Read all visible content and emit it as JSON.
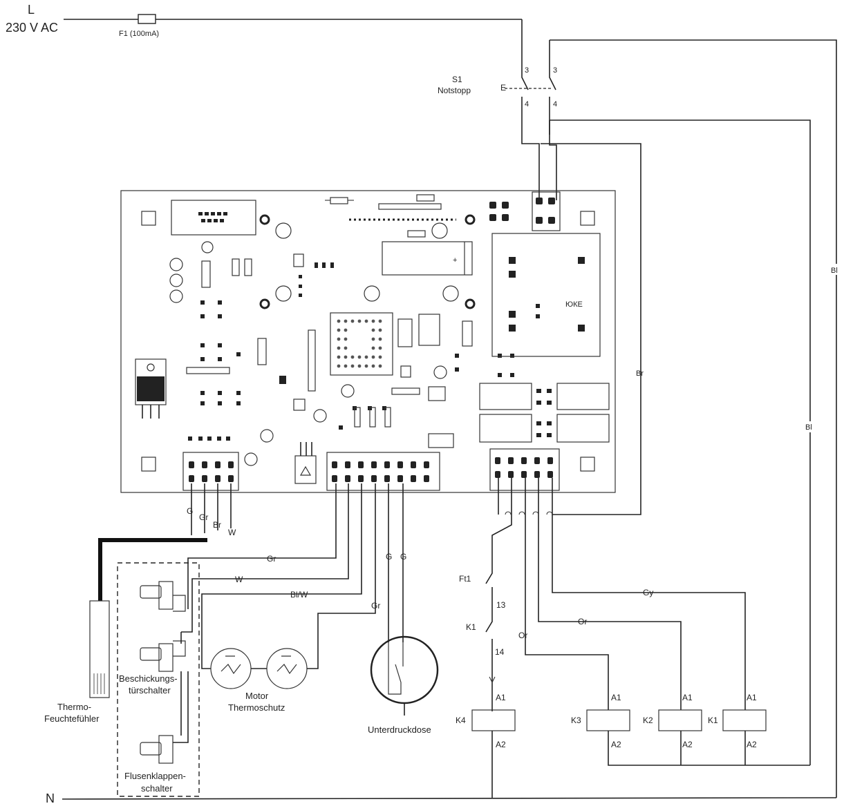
{
  "supply": {
    "line": "L",
    "voltage": "230 V AC",
    "neutral": "N"
  },
  "fuse": {
    "label": "F1 (100mA)"
  },
  "emergency_stop": {
    "ref": "S1",
    "name": "Notstopp",
    "terminal_top_left": "3",
    "terminal_top_right": "3",
    "terminal_bottom_left": "4",
    "terminal_bottom_right": "4",
    "actuator": "E"
  },
  "wire_colors": {
    "gn": "G",
    "gr": "Gr",
    "br": "Br",
    "w": "W",
    "bl": "Bl",
    "blw": "Bl/W",
    "or": "Or",
    "gy": "Gy"
  },
  "sensors": {
    "thermo_humidity_1": "Thermo-",
    "thermo_humidity_2": "Feuchtefühler",
    "door_switch_1": "Beschickungs-",
    "door_switch_2": "türschalter",
    "lint_switch_1": "Flusenklappen-",
    "lint_switch_2": "schalter",
    "motor_1": "Motor",
    "motor_2": "Thermoschutz",
    "vacuum": "Unterdruckdose"
  },
  "contactor_chain": {
    "ft": "Ft1",
    "k1": "K1",
    "t13": "13",
    "t14": "14"
  },
  "relays": [
    {
      "ref": "K4",
      "a1": "A1",
      "a2": "A2"
    },
    {
      "ref": "K3",
      "a1": "A1",
      "a2": "A2"
    },
    {
      "ref": "K2",
      "a1": "A1",
      "a2": "A2"
    },
    {
      "ref": "K1",
      "a1": "A1",
      "a2": "A2"
    }
  ],
  "pcb_marking": "ЮКЕ"
}
